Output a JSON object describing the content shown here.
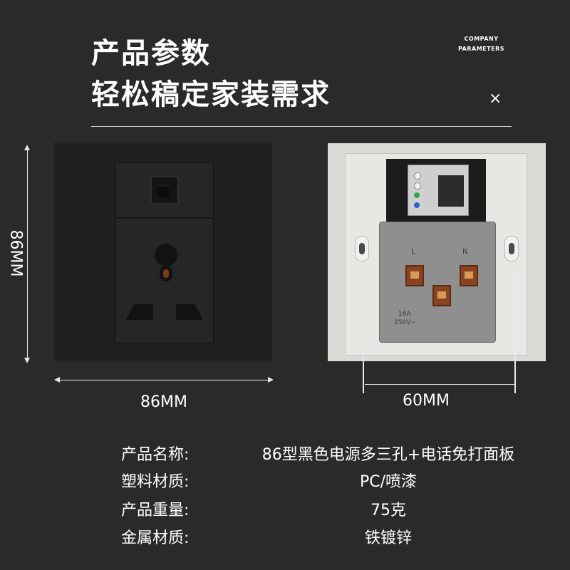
{
  "header": {
    "title_line1": "产品参数",
    "title_line2": "轻松稿定家装需求",
    "company_line1": "COMPANY",
    "company_line2": "PARAMETERS",
    "close_symbol": "×"
  },
  "dimensions": {
    "front_height": "86MM",
    "front_width": "86MM",
    "rear_width": "60MM"
  },
  "rear_labels": {
    "live": "L",
    "neutral": "N",
    "rating_1": "16A",
    "rating_2": "250V~"
  },
  "specs": [
    {
      "label": "产品名称:",
      "value": "86型黑色电源多三孔+电话免打面板"
    },
    {
      "label": "塑料材质:",
      "value": "PC/喷漆"
    },
    {
      "label": "产品重量:",
      "value": "75克"
    },
    {
      "label": "金属材质:",
      "value": "铁镀锌"
    }
  ],
  "colors": {
    "background": "#2a2a2a",
    "panel": "#1f1f1f",
    "rear_plate": "#dcdad6",
    "copper": "#8a4320"
  }
}
